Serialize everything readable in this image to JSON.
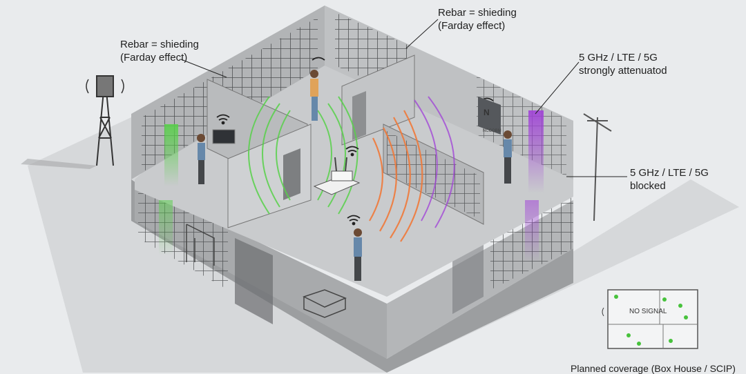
{
  "callouts": {
    "rebar_left": {
      "line1": "Rebar = shieding",
      "line2": "(Farday effect)"
    },
    "rebar_top": {
      "line1": "Rebar = shieding",
      "line2": "(Farday effect)"
    },
    "attenuated": {
      "line1": "5 GHz / LTE / 5G",
      "line2": "strongly attenuatod"
    },
    "blocked": {
      "line1": "5 GHz / LTE / 5G",
      "line2": "blocked"
    }
  },
  "floor_plan": {
    "label": "Planned coverage (Box House / SCIP)",
    "status": "NO SIGNAL"
  },
  "device": {
    "logo": "N",
    "text": "NCCOBM"
  },
  "colors": {
    "background": "#e9ebed",
    "concrete": "#c9cbcd",
    "rebar": "#3c3e40",
    "signal_green": "#58d14a",
    "signal_orange": "#f07a3a",
    "signal_purple": "#a040d8",
    "shirt_blue": "#6688aa",
    "shirt_orange": "#e0a35a"
  },
  "icons": [
    "cell-tower-icon",
    "antenna-icon",
    "router-icon",
    "wifi-icon",
    "person-icon"
  ]
}
